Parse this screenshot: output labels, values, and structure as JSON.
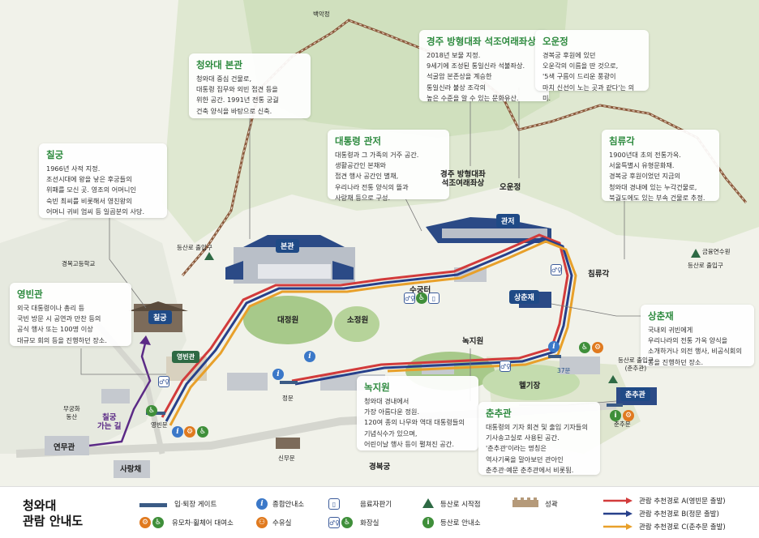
{
  "cards": [
    {
      "id": "bonkwan",
      "title": "청와대 본관",
      "text": "청와대 중심 건물로,\n대통령 집무와 외빈 접견 등을\n위한 공간. 1991년 전통 궁궐\n건축 양식을 바탕으로 신축."
    },
    {
      "id": "seokjo",
      "title": "경주 방형대좌 석조여래좌상",
      "text": "2018년 보물 지정.\n9세기에 조성된 통일신라 석불좌상.\n석굴암 본존상을 계승한\n통일신라 불상 조각의\n높은 수준을 알 수 있는 문화유산."
    },
    {
      "id": "oun",
      "title": "오운정",
      "text": "경복궁 후원에 있던\n오운각의 이름을 딴 것으로,\n'5색 구름이 드리운 풍광이\n마치 신선이 노는 곳과 같다'는 의미."
    },
    {
      "id": "chilgung",
      "title": "칠궁",
      "text": "1966년 사적 지정.\n조선시대에 왕을 낳은 후궁들의\n위패를 모신 곳. 영조의 어머니인\n숙빈 최씨를 비롯해서 영친왕의\n어머니 귀비 엄씨 등 일곱분의 사당."
    },
    {
      "id": "gwanjeo",
      "title": "대통령 관저",
      "text": "대통령과 그 가족의 거주 공간.\n생활공간인 본채와\n접견 행사 공간인 별채,\n우리나라 전통 양식의 뜰과\n사랑채 등으로 구성."
    },
    {
      "id": "chimryu",
      "title": "침류각",
      "text": "1900년대 초의 전통가옥.\n서울특별시 유형문화재.\n경복궁 후원이었던 지금의\n청와대 경내에 있는 누각건물로,\n북궐도에도 있는 부속 건물로 추정."
    },
    {
      "id": "yeongbin",
      "title": "영빈관",
      "text": "외국 대통령이나 총리 등\n국빈 방문 시 공연과 만찬 등의\n공식 행사 또는 100명 이상\n대규모 회의 등을 진행하던 장소."
    },
    {
      "id": "sangchun",
      "title": "상춘재",
      "text": "국내외 귀빈에게\n우리나라의 전통 가옥 양식을\n소개하거나 의전 행사, 비공식회의\n등을 진행하던 장소."
    },
    {
      "id": "nokji",
      "title": "녹지원",
      "text": "청와대 경내에서\n가장 아름다운 정원.\n120여 종의 나무와 역대 대통령들의\n기념식수가 있으며,\n어린이날 행사 등이 펼쳐진 공간."
    },
    {
      "id": "chunchu",
      "title": "춘추관",
      "text": "대통령의 기자 회견 및 출입 기자들의\n기사송고실로 사용된 공간.\n'춘추관'이라는 명칭은\n역사기록을 말아보던 관아인\n춘추관·예문 춘추관에서 비롯됨."
    }
  ],
  "tags": {
    "bonkwan": "본관",
    "gwanjeo": "관저",
    "sangchun": "상춘재",
    "chilgung": "칠궁",
    "chunchu": "춘추관"
  },
  "labels": {
    "baegak": "백악정",
    "seokjo_map": "경주 방형대좌\n석조여래좌상",
    "oun_map": "오운정",
    "chimryu_map": "침류각",
    "daejeong": "대정원",
    "sojeong": "소정원",
    "sugungteo": "수궁터",
    "nokjiwon": "녹지원",
    "heli": "헬기장",
    "yeongbin_map": "영빈관",
    "gyeongbok_school": "경복고등학교",
    "trail1": "등산로 출입구",
    "trail2": "등산로 출입구",
    "trail3": "등산로 출입구\n(춘추관)",
    "geumyong": "금융연수원",
    "mugung": "무궁화\n동산",
    "yeonmu": "연무관",
    "sarang": "사랑채",
    "chilgung_path": "칠궁\n가는 길",
    "yeongbinmun": "영빈문",
    "jeongmun": "정문",
    "sinmumun": "신무문",
    "gyeongbokgung": "경복궁",
    "gate37": "37문",
    "chunchumun": "춘추문"
  },
  "legend": {
    "title": "청와대\n관람 안내도",
    "gate": "입·퇴장 게이트",
    "info": "종합안내소",
    "vending": "음료자판기",
    "trail_start": "등산로 시작점",
    "wall": "성곽",
    "stroller": "유모차·휠체어 대여소",
    "water": "수유실",
    "toilet": "화장실",
    "trail_info": "등산로 안내소",
    "route_a": "관람 추천경로 A(영빈문 출발)",
    "route_b": "관람 추천경로 B(정문 출발)",
    "route_c": "관람 추천경로 C(춘추문 출발)"
  },
  "colors": {
    "route_a": "#d23b3b",
    "route_b": "#27408b",
    "route_c": "#e8a02a",
    "purple": "#5b2a86",
    "green_title": "#2d8a3e",
    "trail": "#8b5a3c",
    "tag_blue": "#1f4a86"
  },
  "icons": {
    "info": "i",
    "stroller": "stroller-icon",
    "wheelchair": "wheelchair-icon",
    "toilet": "toilet-icon",
    "vending": "vending-icon",
    "trail": "mountain-icon"
  }
}
